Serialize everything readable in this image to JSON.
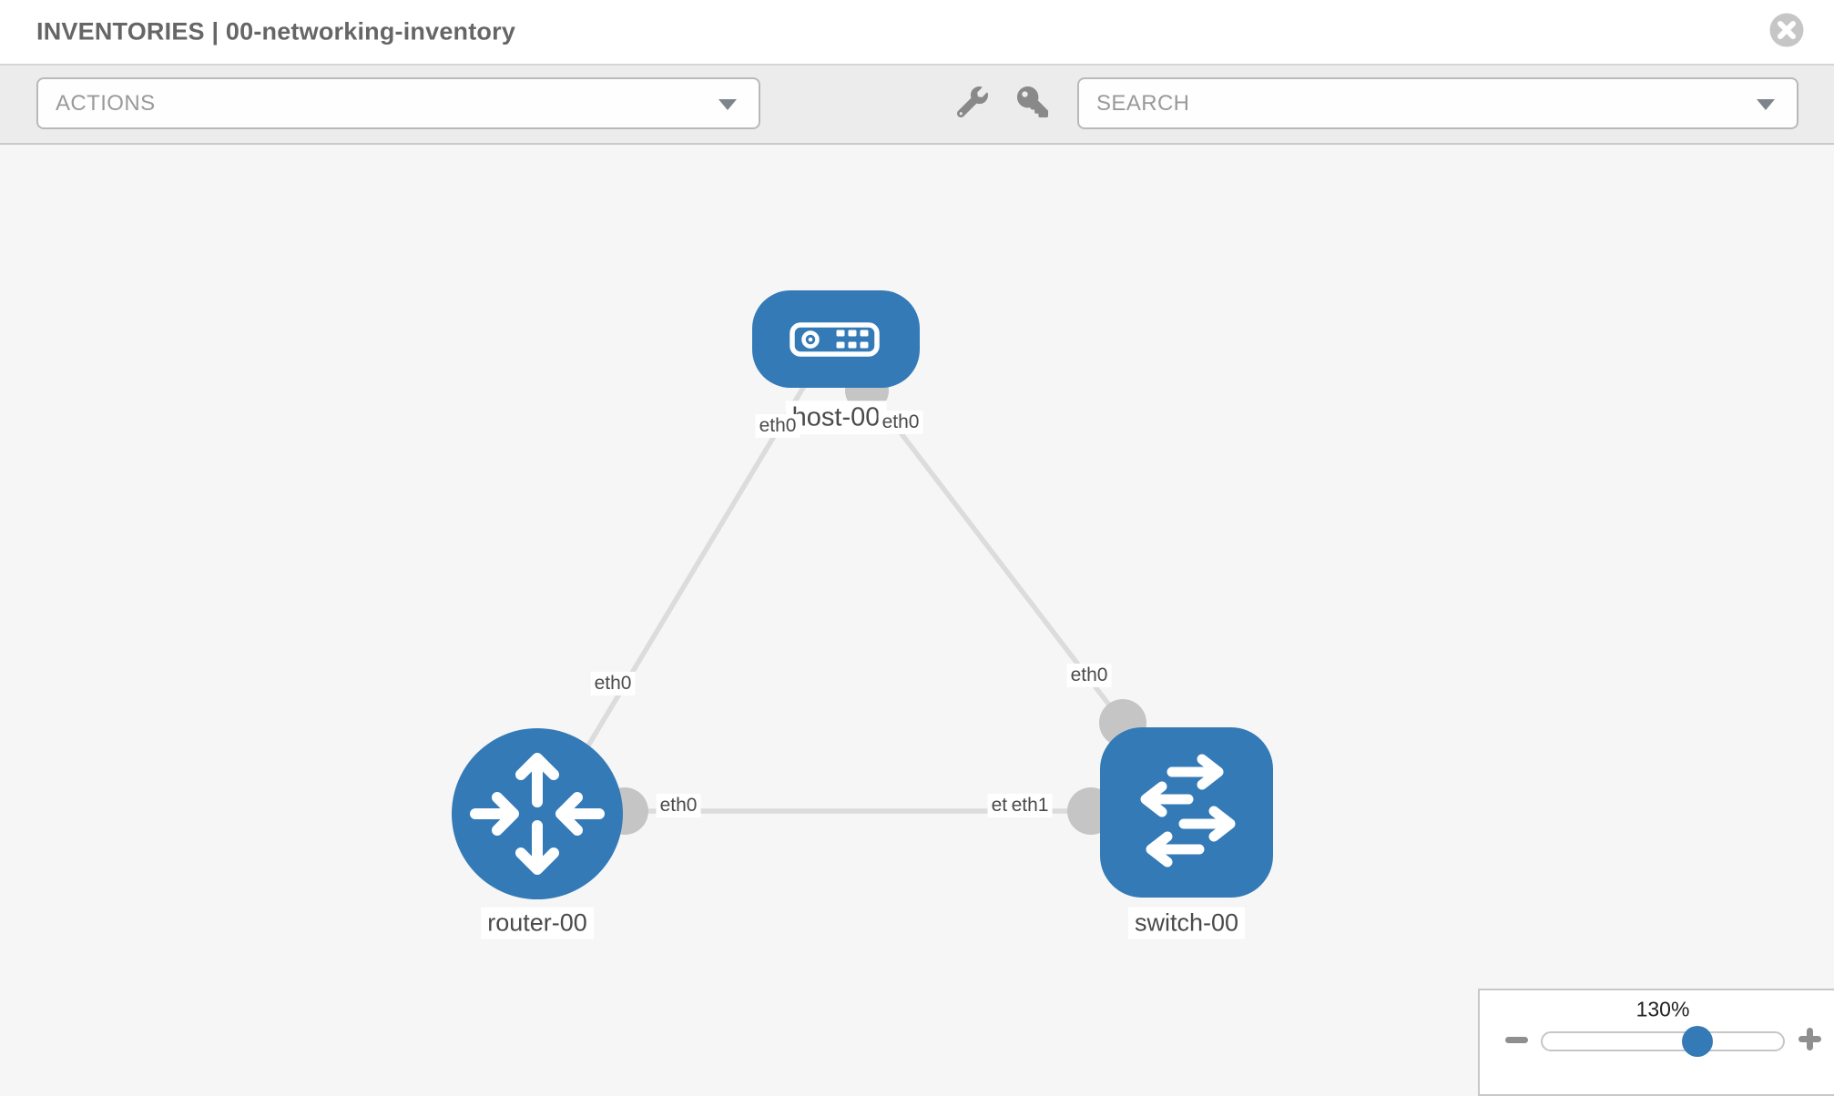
{
  "header": {
    "title": "INVENTORIES | 00-networking-inventory"
  },
  "toolbar": {
    "actions_label": "ACTIONS",
    "search_placeholder": "SEARCH",
    "icons": [
      "wrench-icon",
      "key-icon"
    ]
  },
  "canvas": {
    "nodes": [
      {
        "label": "host-00",
        "type": "host",
        "icon": "host-icon"
      },
      {
        "label": "router-00",
        "type": "router",
        "icon": "router-icon"
      },
      {
        "label": "switch-00",
        "type": "switch",
        "icon": "switch-icon"
      }
    ],
    "interfaces": {
      "host_left": "eth0",
      "host_right": "eth0",
      "router_uplink": "eth0",
      "switch_uplink": "eth0",
      "router_lan": "eth0",
      "switch_lan_under": "eth0",
      "switch_lan": "eth1"
    },
    "links": [
      {
        "from": "host-00",
        "to": "router-00"
      },
      {
        "from": "host-00",
        "to": "switch-00"
      },
      {
        "from": "router-00",
        "to": "switch-00"
      }
    ]
  },
  "zoom_control": {
    "level": "130%",
    "icons": [
      "minus-icon",
      "plus-icon"
    ]
  },
  "colors": {
    "node_blue": "#337ab7",
    "port_gray": "#c5c5c5",
    "link_gray": "#dcdcdc",
    "toolbar_gray": "#ececec",
    "canvas_gray": "#f6f6f6"
  }
}
